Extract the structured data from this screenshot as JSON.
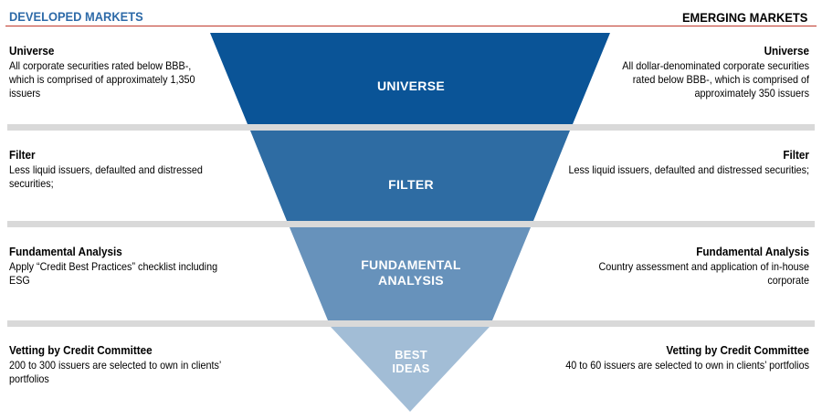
{
  "header": {
    "left": "DEVELOPED MARKETS",
    "right": "EMERGING MARKETS"
  },
  "colors": {
    "header_left": "#2d6aa8",
    "rule": "#c0392b",
    "band": "#d9d9d9",
    "stage_1": "#0a5497",
    "stage_2": "#2e6ca3",
    "stage_3": "#6792bb",
    "stage_4": "#a2bdd6"
  },
  "stages": [
    {
      "label": "UNIVERSE"
    },
    {
      "label": "FILTER"
    },
    {
      "label_line1": "FUNDAMENTAL",
      "label_line2": "ANALYSIS"
    },
    {
      "label_line1": "BEST",
      "label_line2": "IDEAS"
    }
  ],
  "developed": [
    {
      "title": "Universe",
      "desc_line1": "All corporate securities rated below BBB-,",
      "desc_line2": "which is comprised of approximately 1,350",
      "desc_line3": "issuers"
    },
    {
      "title": "Filter",
      "desc_line1": "Less liquid issuers, defaulted and distressed securities;"
    },
    {
      "title": "Fundamental Analysis",
      "desc_line1": "Apply “Credit Best Practices” checklist including ESG"
    },
    {
      "title": "Vetting by Credit Committee",
      "desc_line1": "200 to 300 issuers are selected to own in clients’ portfolios"
    }
  ],
  "emerging": [
    {
      "title": "Universe",
      "desc_line1": "All dollar-denominated corporate securities",
      "desc_line2": "rated below BBB-, which is comprised of",
      "desc_line3": "approximately 350 issuers"
    },
    {
      "title": "Filter",
      "desc_line1": "Less liquid issuers, defaulted and distressed securities;"
    },
    {
      "title": "Fundamental Analysis",
      "desc_line1": "Country assessment and application of in-house corporate"
    },
    {
      "title": "Vetting by Credit Committee",
      "desc_line1": "40 to 60 issuers are selected to own in clients’ portfolios"
    }
  ]
}
